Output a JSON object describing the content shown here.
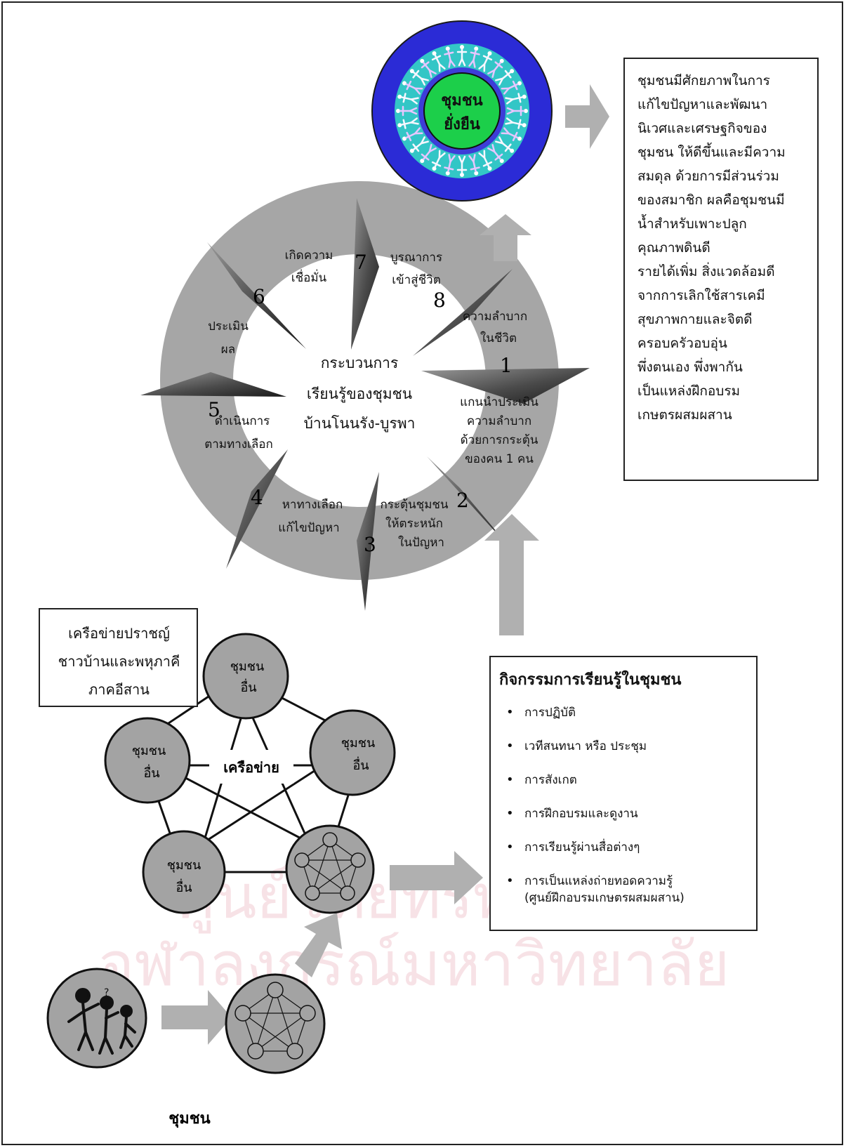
{
  "sustainable_community": {
    "label_line1": "ชุมชน",
    "label_line2": "ยั่งยืน"
  },
  "center_label": {
    "line1": "กระบวนการ",
    "line2": "เรียนรู้ของชุมชน",
    "line3": "บ้านโนนรัง-บูรพา"
  },
  "steps": [
    {
      "number": "1",
      "lines": [
        "แกนนำประเมิน",
        "ความลำบาก",
        "ด้วยการกระตุ้น",
        "ของคน 1 คน"
      ]
    },
    {
      "number": "2",
      "lines": [
        "กระตุ้นชุมชน",
        "ให้ตระหนัก",
        "ในปัญหา"
      ]
    },
    {
      "number": "3",
      "lines": []
    },
    {
      "number": "4",
      "lines": [
        "หาทางเลือก",
        "แก้ไขปัญหา"
      ]
    },
    {
      "number": "5",
      "lines": [
        "ดำเนินการ",
        "ตามทางเลือก"
      ]
    },
    {
      "number": "6",
      "lines": [
        "ประเมิน",
        "ผล"
      ]
    },
    {
      "number": "7",
      "lines": [
        "เกิดความ",
        "เชื่อมั่น"
      ]
    },
    {
      "number": "8",
      "lines": [
        "บูรณาการ",
        "เข้าสู่ชีวิต"
      ]
    }
  ],
  "step8_extra": [
    "ความลำบาก",
    "ในชีวิต"
  ],
  "result_box": {
    "text": "ชุมชนมีศักยภาพในการ\nแก้ไขปัญหาและพัฒนา\nนิเวศและเศรษฐกิจของ\nชุมชน ให้ดีขึ้นและมีความ\nสมดุล ด้วยการมีส่วนร่วม\nของสมาชิก ผลคือชุมชนมี\nน้ำสำหรับเพาะปลูก\nคุณภาพดินดี\nรายได้เพิ่ม  สิ่งแวดล้อมดี\nจากการเลิกใช้สารเคมี\nสุขภาพกายและจิตดี\nครอบครัวอบอุ่น\nพึ่งตนเอง พึ่งพากัน\nเป็นแหล่งฝึกอบรม\nเกษตรผสมผสาน"
  },
  "network_title": {
    "text": "เครือข่ายปราชญ์\nชาวบ้านและพหุภาคี\nภาคอีสาน"
  },
  "network": {
    "center_label": "เครือข่าย",
    "node_line1": "ชุมชน",
    "node_line2": "อื่น"
  },
  "activities": {
    "title": "กิจกรรมการเรียนรู้ในชุมชน",
    "items": [
      "การปฏิบัติ",
      "เวทีสนทนา หรือ ประชุม",
      "การสังเกต",
      "การฝึกอบรมและดูงาน",
      "การเรียนรู้ผ่านสื่อต่างๆ",
      "การเป็นแหล่งถ่ายทอดความรู้\n(ศูนย์ฝึกอบรมเกษตรผสมผสาน)"
    ]
  },
  "community_label": "ชุมชน",
  "watermark": {
    "line1": "ศูนย์วิทยทรัพยากร",
    "line2": "จุฬาลงกรณ์มหาวิทยาลัย"
  },
  "colors": {
    "ring": "#a6a6a6",
    "node": "#a3a3a3",
    "arrow": "#b0b0b0",
    "globe_blue": "#2b2bd6",
    "globe_teal": "#33c6c6",
    "globe_center": "#1ccf4a",
    "line": "#111111"
  }
}
